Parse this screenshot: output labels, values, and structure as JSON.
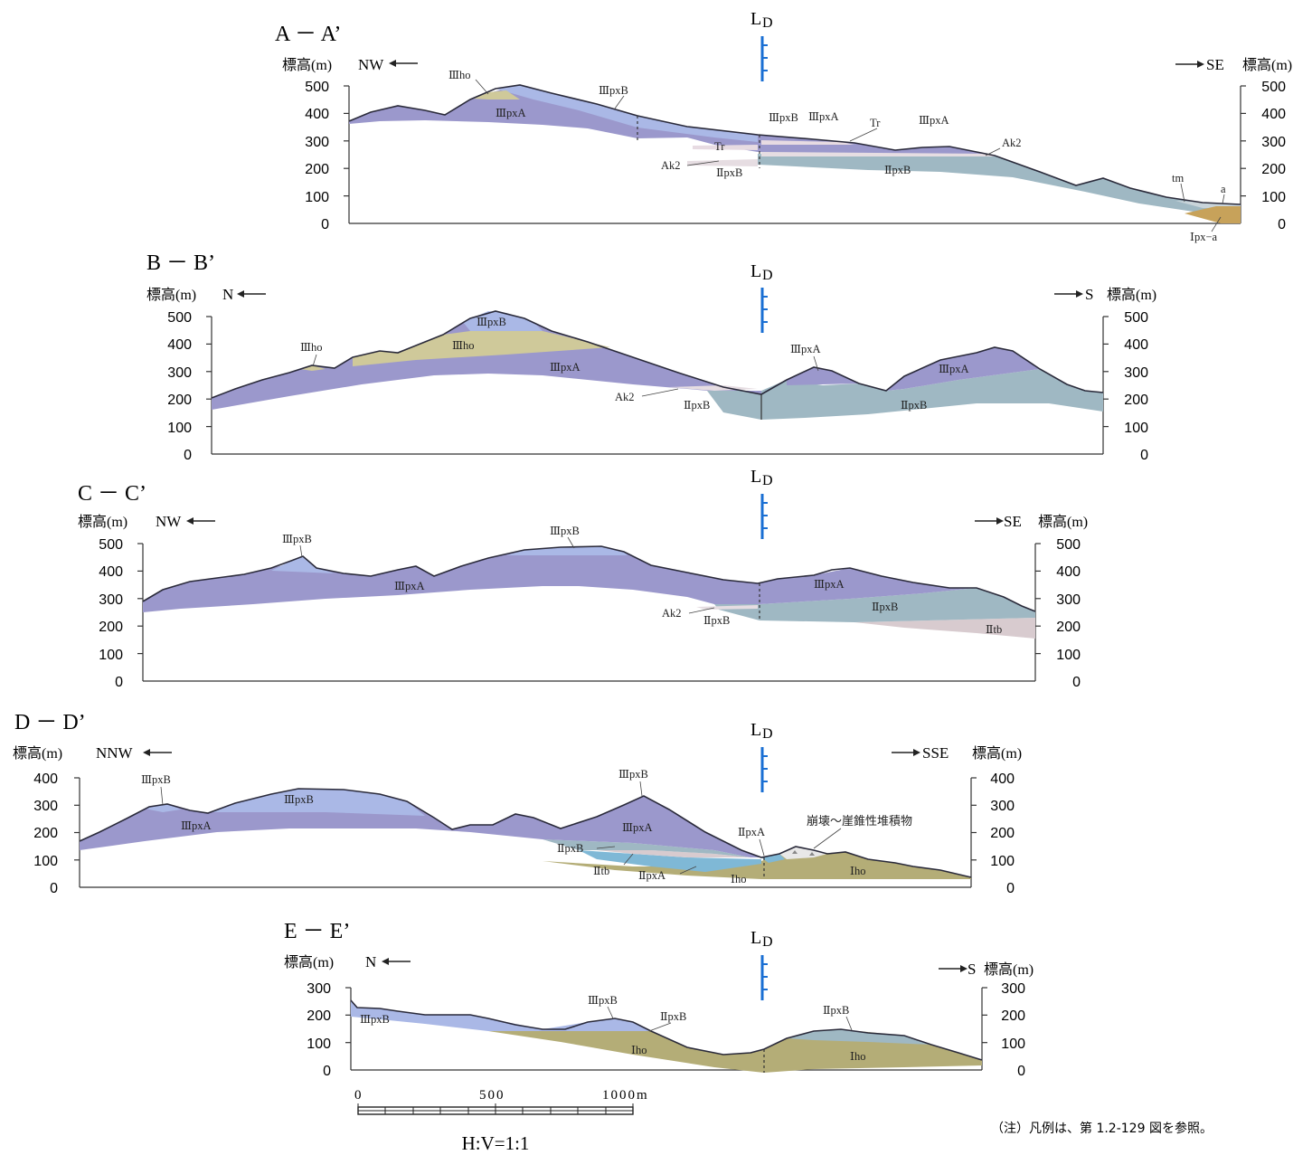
{
  "colors": {
    "IIIpxA": "#9b98cc",
    "IIIpxB": "#aab8e6",
    "IIIho": "#cfc99a",
    "IIpxB": "#9fb8c3",
    "IIpxA": "#7fb8d6",
    "IIho_Iho": "#b4ad77",
    "IItb": "#d8cbcf",
    "Ak2": "#e6dde2",
    "Tr": "#e7dbe2",
    "tm": "#c9d4da",
    "Ipx_a": "#c7a25a",
    "landslide": "#e8e8e8",
    "ld_blue": "#1a6fd3",
    "outline": "#2a2a3a"
  },
  "common": {
    "elev_left": "標高(m)",
    "elev_right": "標高(m)",
    "ld": "L",
    "ld_sub": "D"
  },
  "sections": [
    {
      "title": "A － A’",
      "dir_left": "NW",
      "dir_right": "SE",
      "y_ticks": [
        "500",
        "400",
        "300",
        "200",
        "100",
        "0"
      ],
      "labels": [
        "Ⅲho",
        "ⅢpxB",
        "ⅢpxA",
        "ⅢpxB",
        "ⅢpxA",
        "Tr",
        "ⅢpxA",
        "Tr",
        "Ak2",
        "Ak2",
        "ⅡpxB",
        "ⅡpxB",
        "tm",
        "a",
        "Ⅰpx−a"
      ]
    },
    {
      "title": "B － B’",
      "dir_left": "N",
      "dir_right": "S",
      "y_ticks": [
        "500",
        "400",
        "300",
        "200",
        "100",
        "0"
      ],
      "labels": [
        "ⅢpxB",
        "Ⅲho",
        "Ⅲho",
        "ⅢpxA",
        "Ak2",
        "ⅡpxB",
        "ⅢpxA",
        "ⅢpxA",
        "ⅡpxB"
      ]
    },
    {
      "title": "C － C’",
      "dir_left": "NW",
      "dir_right": "SE",
      "y_ticks": [
        "500",
        "400",
        "300",
        "200",
        "100",
        "0"
      ],
      "labels": [
        "ⅢpxB",
        "ⅢpxB",
        "ⅢpxA",
        "ⅢpxA",
        "ⅡpxB",
        "Ak2",
        "ⅡpxB",
        "Ⅱtb"
      ]
    },
    {
      "title": "D － D’",
      "dir_left": "NNW",
      "dir_right": "SSE",
      "y_ticks": [
        "400",
        "300",
        "200",
        "100",
        "0"
      ],
      "labels": [
        "ⅢpxB",
        "ⅢpxB",
        "ⅢpxA",
        "ⅢpxB",
        "ⅢpxA",
        "ⅡpxB",
        "Ⅱtb",
        "ⅡpxA",
        "Ⅰho",
        "ⅡpxA",
        "崩壊～崖錐性堆積物",
        "Ⅰho"
      ]
    },
    {
      "title": "E － E’",
      "dir_left": "N",
      "dir_right": "S",
      "y_ticks": [
        "300",
        "200",
        "100",
        "0"
      ],
      "labels": [
        "ⅢpxB",
        "ⅢpxB",
        "ⅡpxB",
        "Ⅰho",
        "ⅡpxB",
        "Ⅰho"
      ]
    }
  ],
  "scale_bar": {
    "ticks": [
      "0",
      "500",
      "1000m"
    ],
    "ratio": "H:V=1:1"
  },
  "note": "（注）凡例は、第 1.2-129 図を参照。"
}
